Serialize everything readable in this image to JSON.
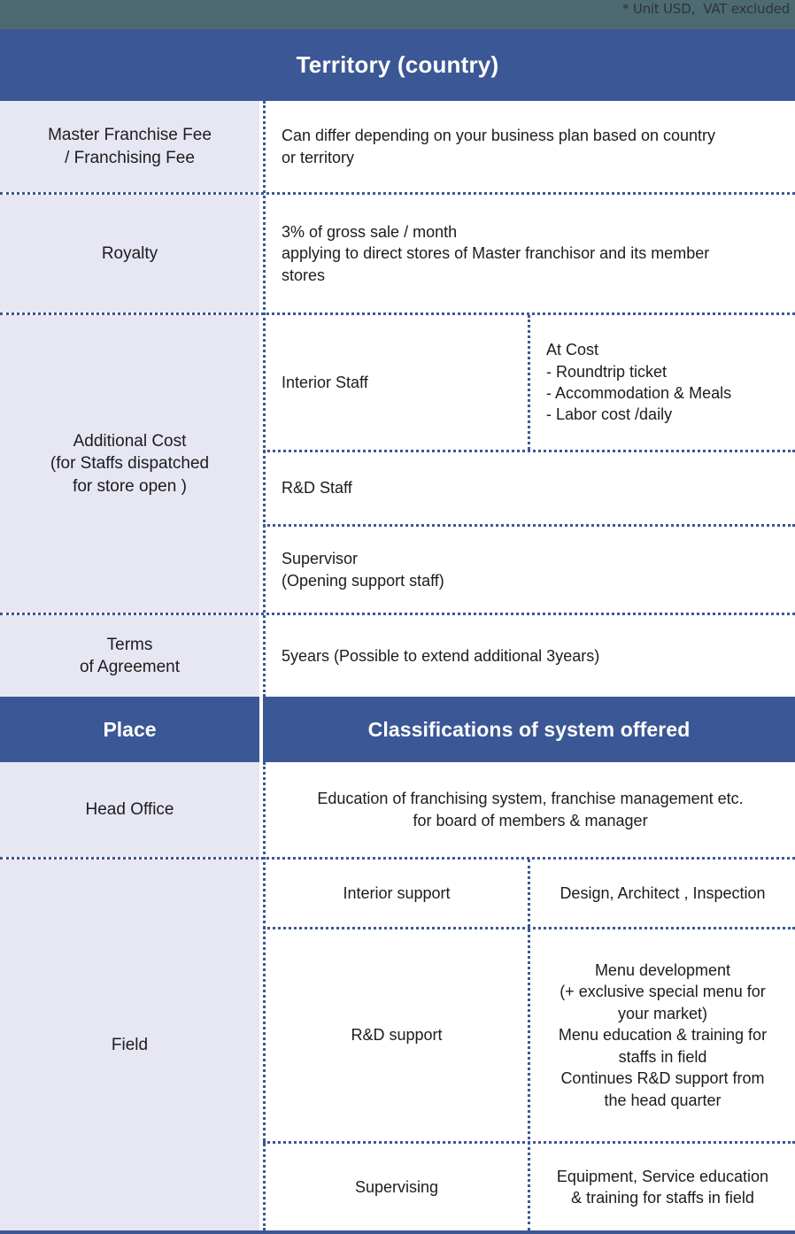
{
  "note": {
    "unit_text": "* Unit USD,  VAT excluded"
  },
  "colors": {
    "header_blue": "#3b5795",
    "label_lavender": "#e6e7f3",
    "top_strip_slate": "#4d6a72",
    "text_dark": "#1c1c1c",
    "cell_white": "#ffffff"
  },
  "section_one": {
    "header": "Territory (country)",
    "rows": [
      {
        "label_line1": "Master Franchise Fee",
        "label_line2": "/ Franchising Fee",
        "content_line1": "Can differ depending on your business plan based on country",
        "content_line2": "or territory"
      },
      {
        "label_line1": "Royalty",
        "content_line1": "3% of gross sale / month",
        "content_line2": "applying to direct stores of Master franchisor and its member",
        "content_line3": "stores"
      },
      {
        "label_line1": "Additional Cost",
        "label_line2": "(for Staffs dispatched",
        "label_line3": "for store open )",
        "subrows": [
          {
            "name": "Interior Staff",
            "detail_line1": "At Cost",
            "detail_line2": "- Roundtrip ticket",
            "detail_line3": "- Accommodation & Meals",
            "detail_line4": "- Labor cost /daily"
          },
          {
            "name": "R&D Staff",
            "detail_line1": ""
          },
          {
            "name_line1": "Supervisor",
            "name_line2": "(Opening support staff)",
            "detail_line1": ""
          }
        ]
      },
      {
        "label_line1": "Terms",
        "label_line2": "of Agreement",
        "content_line1": "5years (Possible to extend additional 3years)"
      }
    ]
  },
  "section_two": {
    "header_left": "Place",
    "header_right": "Classifications of system  offered",
    "rows": [
      {
        "label_line1": "Head Office",
        "content_line1": "Education of franchising system, franchise management etc.",
        "content_line2": "for board of members & manager"
      },
      {
        "label_line1": "Field",
        "subrows": [
          {
            "name": "Interior support",
            "detail_line1": "Design, Architect , Inspection"
          },
          {
            "name": "R&D support",
            "detail_line1": "Menu development",
            "detail_line2": "(+ exclusive special menu for",
            "detail_line3": "your market)",
            "detail_line4": "Menu education & training for",
            "detail_line5": "staffs in field",
            "detail_line6": "Continues R&D  support from",
            "detail_line7": "the head quarter"
          },
          {
            "name": "Supervising",
            "detail_line1": "Equipment, Service education",
            "detail_line2": "& training for staffs in field"
          }
        ]
      }
    ]
  }
}
